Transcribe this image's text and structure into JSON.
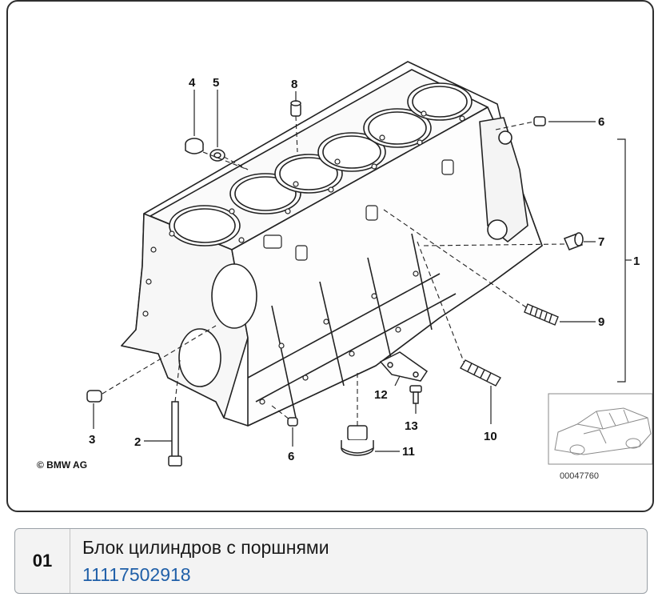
{
  "diagram": {
    "callouts": [
      "1",
      "2",
      "3",
      "4",
      "5",
      "6",
      "6",
      "7",
      "8",
      "9",
      "10",
      "11",
      "12",
      "13"
    ],
    "copyright": "© BMW AG",
    "thumbnail_ref": "00047760"
  },
  "part": {
    "index": "01",
    "name": "Блок цилиндров с поршнями",
    "number": "11117502918"
  }
}
